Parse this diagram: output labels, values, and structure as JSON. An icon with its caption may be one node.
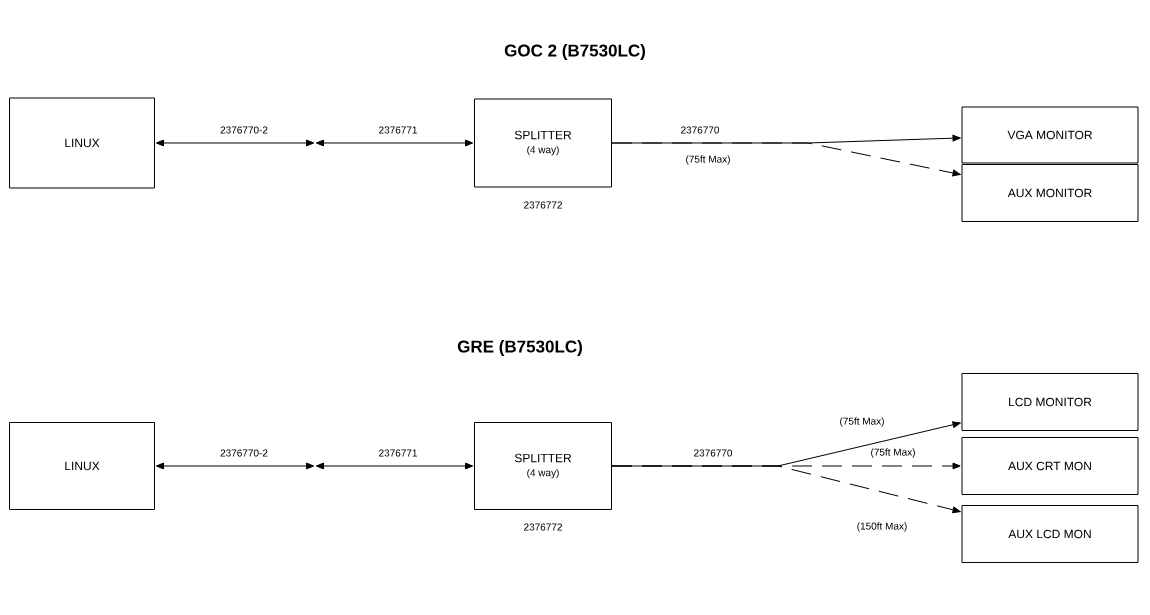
{
  "diagram": {
    "nodes": [
      {
        "text": [
          "LINUX"
        ]
      },
      {
        "text": [
          "SPLITTER",
          "(4 way)"
        ],
        "beside": [
          "2376772"
        ]
      },
      {
        "text": [
          "VGA MONITOR"
        ]
      },
      {
        "text": [
          "AUX MONITOR"
        ]
      },
      {
        "text": [
          "LINUX"
        ]
      },
      {
        "text": [
          "SPLITTER",
          "(4 way)"
        ],
        "beside": [
          "2376772"
        ]
      },
      {
        "text": [
          "LCD MONITOR"
        ]
      },
      {
        "text": [
          "AUX CRT MON"
        ]
      },
      {
        "text": [
          "AUX LCD MON"
        ]
      }
    ],
    "edges": [
      {
        "from": 0,
        "to": null,
        "arrow": "both",
        "label": "2376770-2"
      },
      {
        "from": null,
        "to": 1,
        "arrow": "both",
        "label": "2376771"
      },
      {
        "from": 1,
        "to": 2,
        "arrow": "to",
        "label": "2376770"
      },
      {
        "from": 1,
        "to": 3,
        "arrow": "to",
        "style": "dashed"
      },
      {
        "from": 4,
        "to": null,
        "arrow": "both",
        "label": "2376770-2"
      },
      {
        "from": null,
        "to": 5,
        "arrow": "both",
        "label": "2376771"
      },
      {
        "from": 5,
        "to": 6,
        "arrow": "to",
        "label": "(75ft Max)"
      },
      {
        "from": 5,
        "to": 7,
        "arrow": "to",
        "style": "dashed",
        "label": "(75ft Max)"
      },
      {
        "from": 5,
        "to": 8,
        "arrow": "to",
        "style": "dashed",
        "label": "(150ft Max)"
      }
    ],
    "labels": [
      "GOC 2 (B7530LC)",
      "(75ft Max)",
      "GRE (B7530LC)",
      "2376770"
    ]
  }
}
